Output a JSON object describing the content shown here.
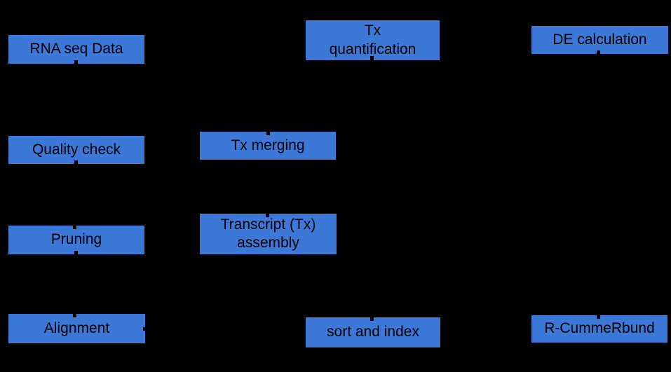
{
  "diagram": {
    "colors": {
      "background": "#000000",
      "node_fill": "#3c78d8",
      "node_text": "#000000",
      "connector": "#000000"
    },
    "nodes": [
      {
        "id": "rna-seq-data",
        "label": "RNA seq Data"
      },
      {
        "id": "quality-check",
        "label": "Quality check"
      },
      {
        "id": "pruning",
        "label": "Pruning"
      },
      {
        "id": "alignment",
        "label": "Alignment"
      },
      {
        "id": "tx-merging",
        "label": "Tx merging"
      },
      {
        "id": "transcript-assembly",
        "label": "Transcript (Tx) assembly"
      },
      {
        "id": "tx-quantification",
        "label": "Tx quantification"
      },
      {
        "id": "sort-and-index",
        "label": "sort and index"
      },
      {
        "id": "de-calculation",
        "label": "DE calculation"
      },
      {
        "id": "r-cummerbund",
        "label": "R-CummeRbund"
      }
    ]
  }
}
